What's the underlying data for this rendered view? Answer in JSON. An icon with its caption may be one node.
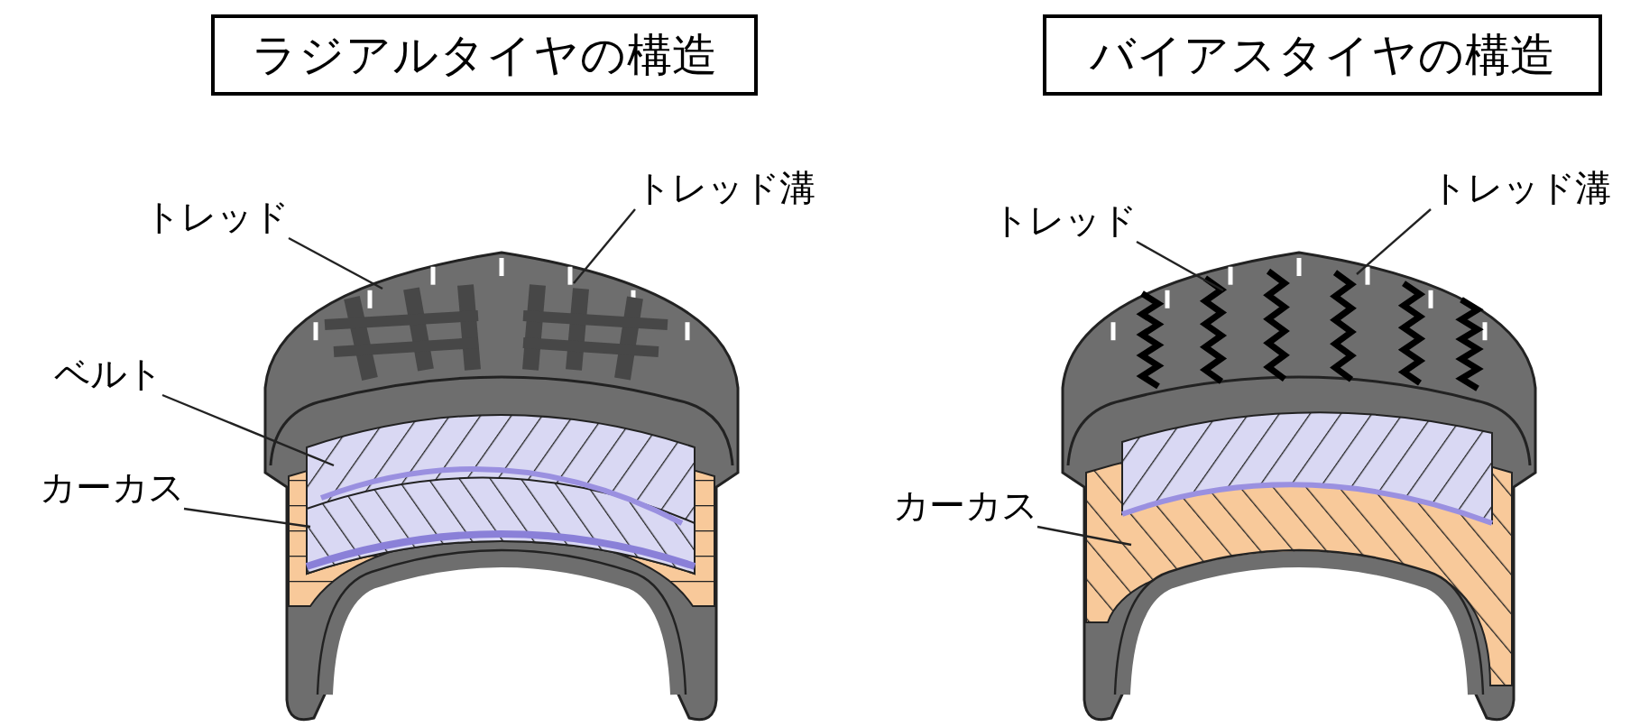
{
  "diagram": {
    "nodes": [
      {
        "text": [
          "ラジアルタイヤの構造"
        ]
      },
      {
        "text": [
          "バイアスタイヤの構造"
        ]
      },
      {
        "text": [
          "トレッド"
        ]
      },
      {
        "text": [
          "トレッド溝"
        ]
      },
      {
        "text": [
          "ベルト"
        ]
      },
      {
        "text": [
          "カーカス"
        ]
      },
      {
        "text": [
          "トレッド"
        ]
      },
      {
        "text": [
          "トレッド溝"
        ]
      },
      {
        "text": [
          "カーカス"
        ]
      }
    ],
    "edges": [
      {
        "from": 2,
        "to": null,
        "arrow": "none"
      },
      {
        "from": 3,
        "to": null,
        "arrow": "none"
      },
      {
        "from": 4,
        "to": null,
        "arrow": "none"
      },
      {
        "from": 5,
        "to": null,
        "arrow": "none"
      },
      {
        "from": 6,
        "to": null,
        "arrow": "none"
      },
      {
        "from": 7,
        "to": null,
        "arrow": "none"
      },
      {
        "from": 8,
        "to": null,
        "arrow": "none"
      }
    ]
  }
}
